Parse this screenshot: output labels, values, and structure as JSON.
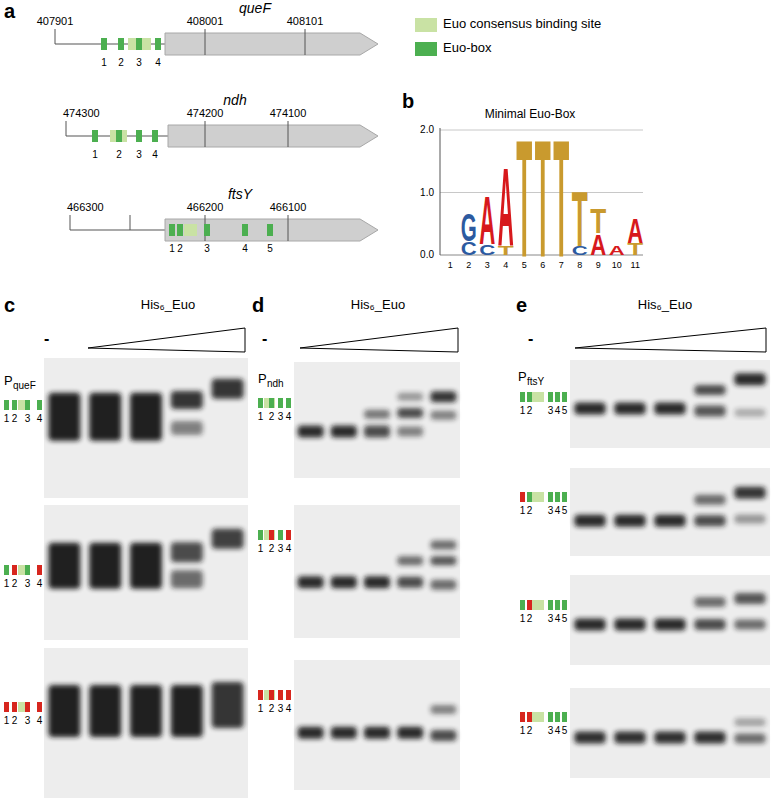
{
  "diagram": {
    "labels": [
      "a",
      "407901",
      "408001",
      "408101",
      "queF",
      "1",
      "2",
      "3",
      "4",
      "474300",
      "474200",
      "474100",
      "ndh",
      "1",
      "2",
      "3",
      "4",
      "466300",
      "466200",
      "466100",
      "ftsY",
      "1",
      "2",
      "3",
      "4",
      "5",
      "b",
      "Minimal Euo-Box",
      "2.0",
      "1.0",
      "0.0",
      "1",
      "2",
      "3",
      "4",
      "5",
      "6",
      "7",
      "8",
      "9",
      "10",
      "11",
      "C",
      "G",
      "C",
      "A",
      "T",
      "A",
      "T",
      "T",
      "T",
      "C",
      "T",
      "A",
      "T",
      "A",
      "T",
      "A",
      "c",
      "His₆_Euo",
      "-",
      "P",
      "queF",
      "1",
      "2",
      "3",
      "4",
      "1",
      "2",
      "3",
      "4",
      "1",
      "2",
      "3",
      "4",
      "d",
      "His₆_Euo",
      "-",
      "P",
      "ndh",
      "1",
      "2",
      "3",
      "4",
      "1",
      "2",
      "3",
      "4",
      "1",
      "2",
      "3",
      "4",
      "e",
      "His₆_Euo",
      "-",
      "P",
      "ftsY",
      "1",
      "2",
      "3",
      "4",
      "5",
      "1",
      "2",
      "3",
      "4",
      "5",
      "1",
      "2",
      "3",
      "4",
      "5",
      "1",
      "2",
      "3",
      "4",
      "5"
    ],
    "legend": [
      {
        "text": "Euo consensus binding site",
        "color": "#c9e2a4"
      },
      {
        "text": "Euo-box",
        "color": "#4caf50"
      }
    ]
  }
}
